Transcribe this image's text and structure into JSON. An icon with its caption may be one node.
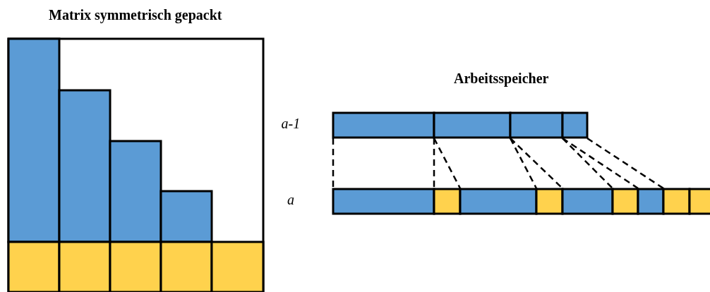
{
  "diagram": {
    "labels": [
      "Matrix symmetrisch gepackt",
      "Arbeitsspeicher",
      "a-1",
      "a"
    ]
  }
}
